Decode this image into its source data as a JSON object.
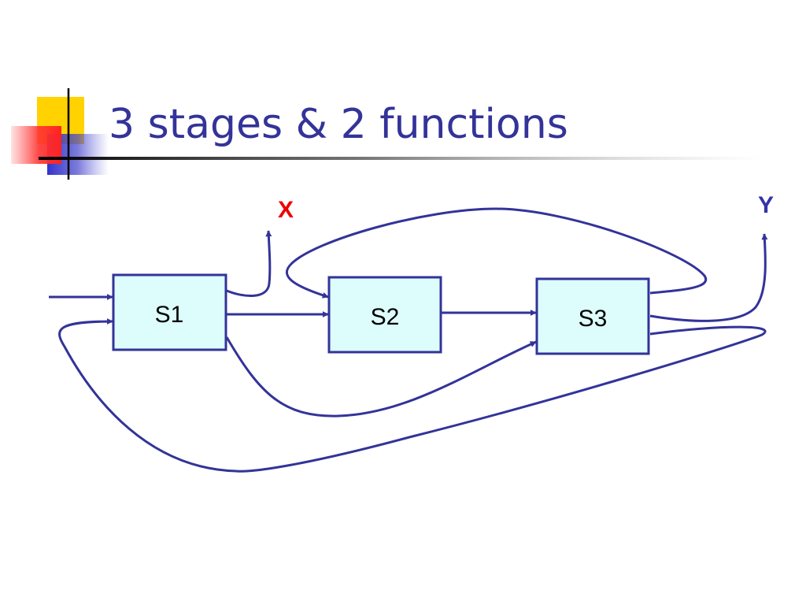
{
  "slide": {
    "title": "3 stages & 2 functions"
  },
  "diagram": {
    "stages": [
      {
        "id": "s1",
        "label": "S1"
      },
      {
        "id": "s2",
        "label": "S2"
      },
      {
        "id": "s3",
        "label": "S3"
      }
    ],
    "outputs": [
      {
        "id": "x",
        "label": "X",
        "color": "#ee0000"
      },
      {
        "id": "y",
        "label": "Y",
        "color": "#3333aa"
      }
    ]
  },
  "colors": {
    "title": "#333399",
    "box_fill": "#ddfcfc",
    "box_border": "#333399",
    "arrow": "#333399",
    "x_label": "#ee0000",
    "y_label": "#3333aa"
  }
}
